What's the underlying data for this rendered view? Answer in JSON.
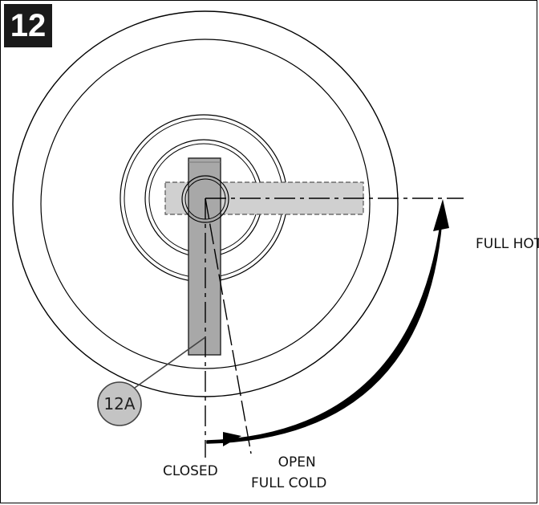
{
  "step_number": "12",
  "labels": {
    "full_hot": "FULL HOT",
    "closed": "CLOSED",
    "open_line1": "OPEN",
    "open_line2": "FULL COLD"
  },
  "callout": "12A",
  "colors": {
    "handle_fill": "#a8a8a8",
    "handle_ghost_fill": "#d0d0d0",
    "callout_fill": "#c4c4c4",
    "badge_bg": "#1a1a1a",
    "line": "#000000"
  }
}
